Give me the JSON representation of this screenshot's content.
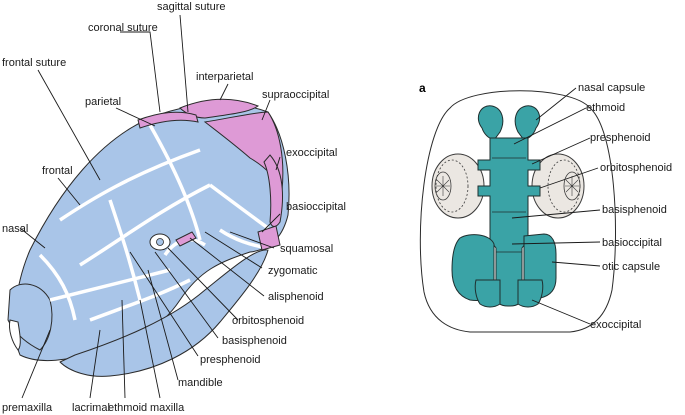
{
  "left_labels": {
    "sagittal_suture": "sagittal suture",
    "coronal_suture": "coronal suture",
    "frontal_suture": "frontal suture",
    "interparietal": "interparietal",
    "parietal": "parietal",
    "supraoccipital": "supraoccipital",
    "exoccipital": "exoccipital",
    "frontal": "frontal",
    "basioccipital": "basioccipital",
    "nasal": "nasal",
    "squamosal": "squamosal",
    "zygomatic": "zygomatic",
    "alisphenoid": "alisphenoid",
    "orbitosphenoid": "orbitosphenoid",
    "basisphenoid": "basisphenoid",
    "presphenoid": "presphenoid",
    "mandible": "mandible",
    "premaxilla": "premaxilla",
    "lacrimal": "lacrimal",
    "ethmoid": "ethmoid",
    "maxilla": "maxilla"
  },
  "right_panel": {
    "letter": "a",
    "labels": {
      "nasal_capsule": "nasal capsule",
      "ethmoid": "ethmoid",
      "presphenoid": "presphenoid",
      "orbitosphenoid": "orbitosphenoid",
      "basisphenoid": "basisphenoid",
      "basioccipital": "basioccipital",
      "otic_capsule": "otic capsule",
      "exoccipital": "exoccipital"
    }
  },
  "colors": {
    "bone_blue": "#a9c5e8",
    "bone_pink": "#de9ad6",
    "cartilage_teal": "#3aa3a6",
    "eye_grey": "#ebe7e2"
  }
}
